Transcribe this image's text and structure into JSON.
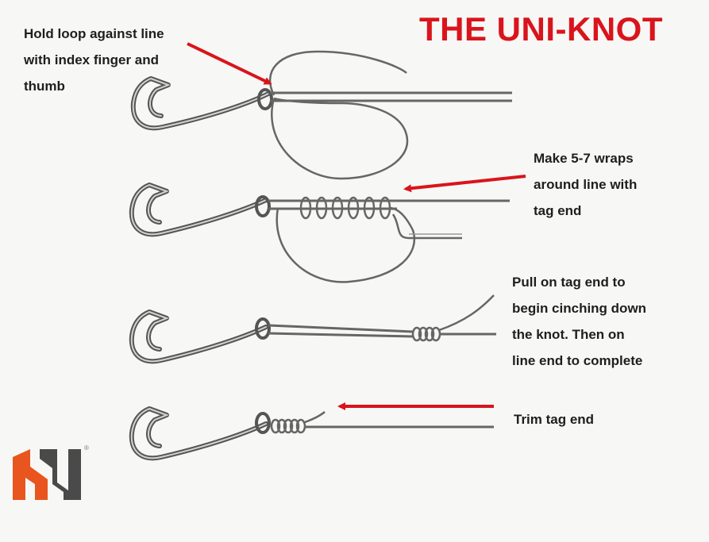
{
  "title": "THE UNI-KNOT",
  "colors": {
    "title": "#d9141c",
    "arrow": "#d9141c",
    "line": "#555555",
    "logo_orange": "#e8551e",
    "logo_gray": "#4a4a4a"
  },
  "steps": [
    {
      "lines": [
        "Hold loop against line",
        "with index finger and",
        "thumb"
      ]
    },
    {
      "lines": [
        "Make 5-7 wraps",
        "around line with",
        "tag end"
      ]
    },
    {
      "lines": [
        "Pull on tag end to",
        "begin cinching down",
        "the knot. Then on",
        "line end to complete"
      ]
    },
    {
      "lines": [
        "Trim tag end"
      ]
    }
  ],
  "logo": {
    "icon": "brand-logo",
    "mark": "®"
  }
}
